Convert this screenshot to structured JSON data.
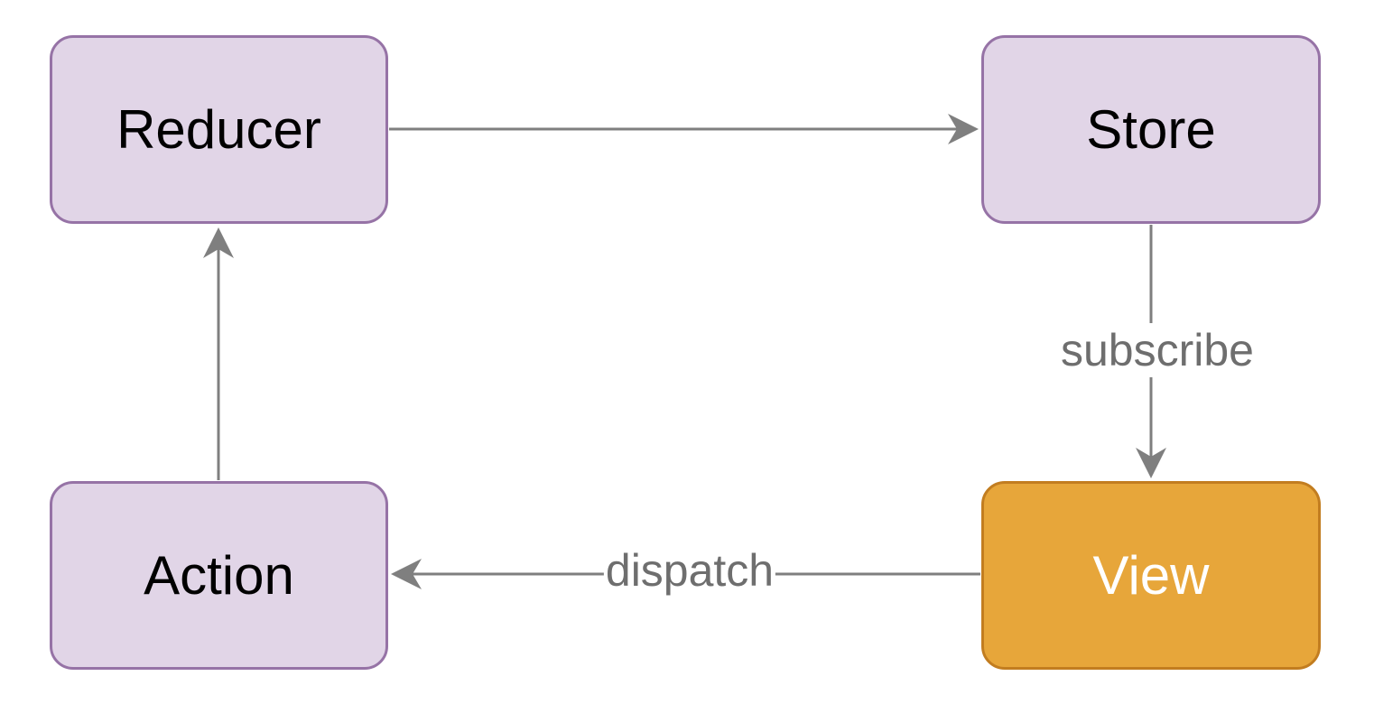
{
  "diagram": {
    "nodes": {
      "reducer": "Reducer",
      "store": "Store",
      "action": "Action",
      "view": "View"
    },
    "edges": {
      "subscribe": "subscribe",
      "dispatch": "dispatch"
    },
    "colors": {
      "node_fill": "#e1d5e7",
      "node_border": "#9673a6",
      "highlight_fill": "#e7a63a",
      "highlight_border": "#c27d20",
      "arrow": "#7f7f7f"
    }
  }
}
